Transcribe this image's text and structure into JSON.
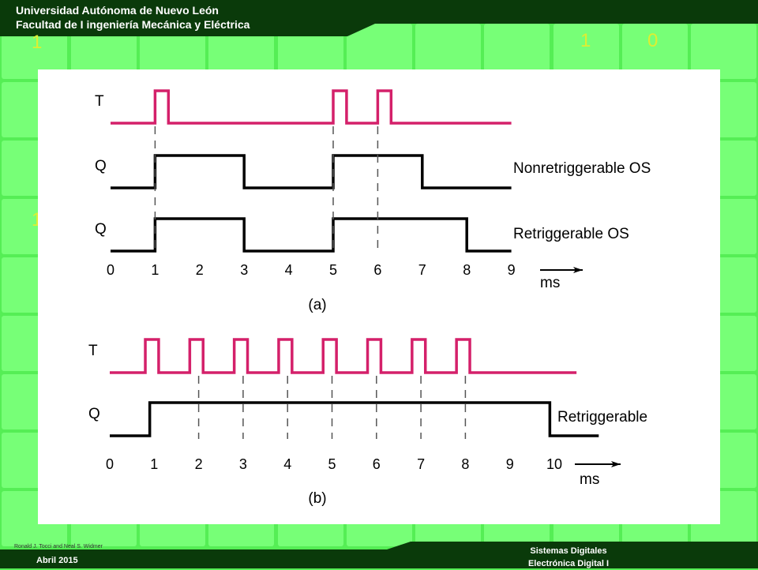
{
  "header": {
    "university": "Universidad Autónoma de Nuevo León",
    "faculty": "Facultad de I ingeniería Mecánica y Eléctrica"
  },
  "footer": {
    "authors": "Ronald J. Tocci and Neal S. Widmer",
    "date": "Abril 2015",
    "course_line1": "Sistemas Digitales",
    "course_line2": "Electrónica Digital I"
  },
  "background_digits": [
    "1",
    "1",
    "0",
    "1"
  ],
  "colors": {
    "background": "#55ee55",
    "grid_cell": "#77ff77",
    "header_bar": "#0a3a0a",
    "trigger_wave": "#d4206a",
    "output_wave": "#000000"
  },
  "diagram": {
    "part_a": {
      "caption": "(a)",
      "unit": "ms",
      "axis_ticks": [
        "0",
        "1",
        "2",
        "3",
        "4",
        "5",
        "6",
        "7",
        "8",
        "9"
      ],
      "signals": [
        {
          "label": "T",
          "name": "",
          "color": "trigger",
          "segments": [
            [
              0,
              1,
              0
            ],
            [
              1,
              1.3,
              1
            ],
            [
              1.3,
              5,
              0
            ],
            [
              5,
              5.3,
              1
            ],
            [
              5.3,
              6,
              0
            ],
            [
              6,
              6.3,
              1
            ],
            [
              6.3,
              9,
              0
            ]
          ]
        },
        {
          "label": "Q",
          "name": "Nonretriggerable OS",
          "color": "output",
          "segments": [
            [
              0,
              1,
              0
            ],
            [
              1,
              3,
              1
            ],
            [
              3,
              5,
              0
            ],
            [
              5,
              7,
              1
            ],
            [
              7,
              9,
              0
            ]
          ]
        },
        {
          "label": "Q",
          "name": "Retriggerable OS",
          "color": "output",
          "segments": [
            [
              0,
              1,
              0
            ],
            [
              1,
              3,
              1
            ],
            [
              3,
              5,
              0
            ],
            [
              5,
              8,
              1
            ],
            [
              8,
              9,
              0
            ]
          ]
        }
      ],
      "dashed_times": [
        1,
        5,
        6
      ]
    },
    "part_b": {
      "caption": "(b)",
      "unit": "ms",
      "axis_ticks": [
        "0",
        "1",
        "2",
        "3",
        "4",
        "5",
        "6",
        "7",
        "8",
        "9",
        "10"
      ],
      "signals": [
        {
          "label": "T",
          "name": "",
          "color": "trigger",
          "segments": [
            [
              0,
              0.8,
              0
            ],
            [
              0.8,
              1.1,
              1
            ],
            [
              1.1,
              1.8,
              0
            ],
            [
              1.8,
              2.1,
              1
            ],
            [
              2.1,
              2.8,
              0
            ],
            [
              2.8,
              3.1,
              1
            ],
            [
              3.1,
              3.8,
              0
            ],
            [
              3.8,
              4.1,
              1
            ],
            [
              4.1,
              4.8,
              0
            ],
            [
              4.8,
              5.1,
              1
            ],
            [
              5.1,
              5.8,
              0
            ],
            [
              5.8,
              6.1,
              1
            ],
            [
              6.1,
              6.8,
              0
            ],
            [
              6.8,
              7.1,
              1
            ],
            [
              7.1,
              7.8,
              0
            ],
            [
              7.8,
              8.1,
              1
            ],
            [
              8.1,
              10.5,
              0
            ]
          ]
        },
        {
          "label": "Q",
          "name": "Retriggerable",
          "color": "output",
          "segments": [
            [
              0,
              0.9,
              0
            ],
            [
              0.9,
              9.9,
              1
            ],
            [
              9.9,
              11,
              0
            ]
          ]
        }
      ],
      "dashed_times": [
        2,
        3,
        4,
        5,
        6,
        7,
        8
      ]
    }
  }
}
